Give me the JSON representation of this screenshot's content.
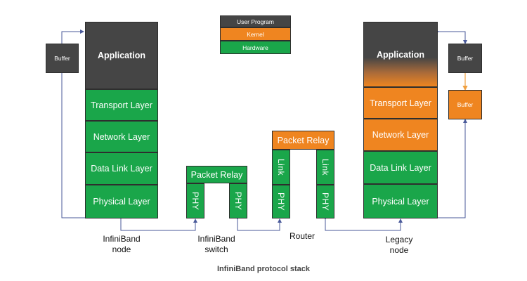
{
  "legend": {
    "user_program": "User Program",
    "kernel": "Kernel",
    "hardware": "Hardware"
  },
  "ib_node": {
    "buffer": "Buffer",
    "application": "Application",
    "transport": "Transport Layer",
    "network": "Network Layer",
    "datalink": "Data Link Layer",
    "physical": "Physical Layer",
    "label_line1": "InfiniBand",
    "label_line2": "node"
  },
  "ib_switch": {
    "packet_relay": "Packet Relay",
    "phy_left": "PHY",
    "phy_right": "PHY",
    "label_line1": "InfiniBand",
    "label_line2": "switch"
  },
  "router": {
    "packet_relay": "Packet Relay",
    "link_left": "Link",
    "link_right": "Link",
    "phy_left": "PHY",
    "phy_right": "PHY",
    "label": "Router"
  },
  "legacy_node": {
    "buffer_top": "Buffer",
    "buffer_bottom": "Buffer",
    "application": "Application",
    "transport": "Transport Layer",
    "network": "Network Layer",
    "datalink": "Data Link Layer",
    "physical": "Physical Layer",
    "label_line1": "Legacy",
    "label_line2": "node"
  },
  "caption": "InfiniBand protocol stack",
  "colors": {
    "hardware": "#1aa64a",
    "kernel": "#ef8520",
    "user_program": "#454545",
    "connector_blue": "#4a5a9a",
    "connector_orange": "#f0a040"
  }
}
